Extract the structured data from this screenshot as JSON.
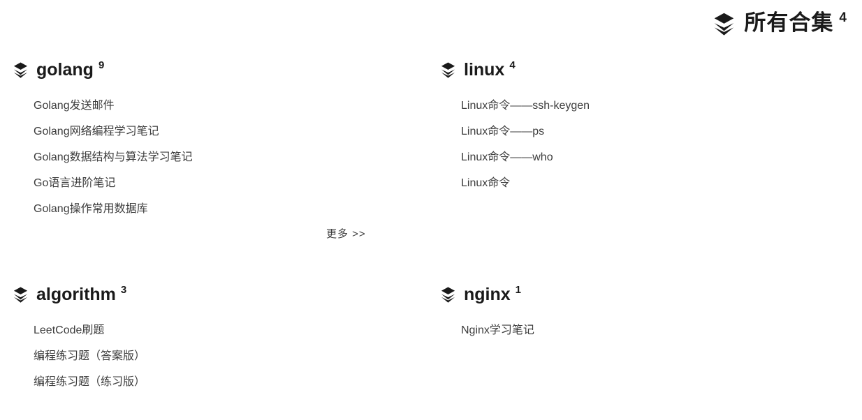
{
  "page": {
    "title": "所有合集",
    "count": "4"
  },
  "collections": [
    {
      "name": "golang",
      "count": "9",
      "items": [
        "Golang发送邮件",
        "Golang网络编程学习笔记",
        "Golang数据结构与算法学习笔记",
        "Go语言进阶笔记",
        "Golang操作常用数据库"
      ],
      "more_label": "更多 >>"
    },
    {
      "name": "linux",
      "count": "4",
      "items": [
        "Linux命令——ssh-keygen",
        "Linux命令——ps",
        "Linux命令——who",
        "Linux命令"
      ]
    },
    {
      "name": "algorithm",
      "count": "3",
      "items": [
        "LeetCode刷题",
        "编程练习题（答案版）",
        "编程练习题（练习版）"
      ]
    },
    {
      "name": "nginx",
      "count": "1",
      "items": [
        "Nginx学习笔记"
      ]
    }
  ],
  "colors": {
    "heading_text": "#1a1a1a",
    "item_text": "#3d3d3d",
    "background": "#ffffff"
  }
}
